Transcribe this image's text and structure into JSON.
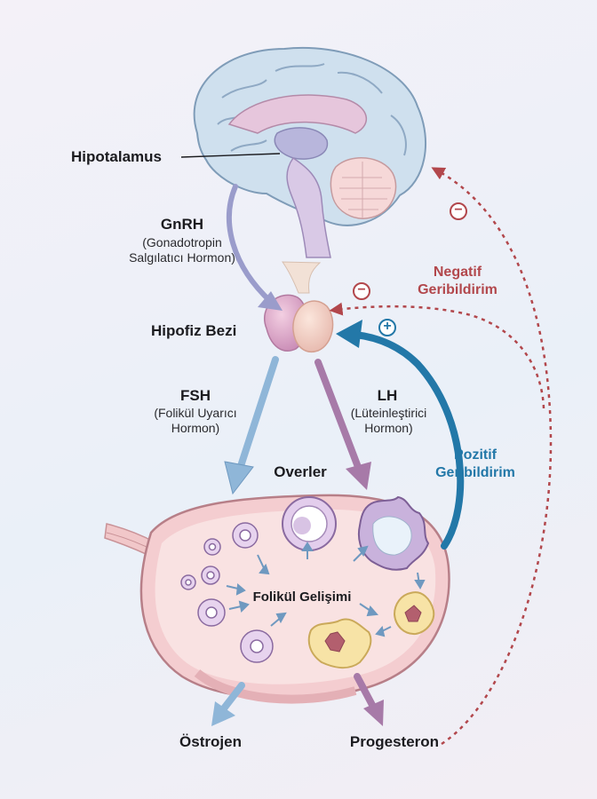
{
  "labels": {
    "hypothalamus": "Hipotalamus",
    "gnrh": "GnRH",
    "gnrh_full_1": "(Gonadotropin",
    "gnrh_full_2": "Salgılatıcı Hormon)",
    "pituitary": "Hipofiz Bezi",
    "fsh": "FSH",
    "fsh_full_1": "(Folikül Uyarıcı",
    "fsh_full_2": "Hormon)",
    "lh": "LH",
    "lh_full_1": "(Lüteinleştirici",
    "lh_full_2": "Hormon)",
    "ovaries": "Overler",
    "follicle_dev": "Folikül Gelişimi",
    "estrogen": "Östrojen",
    "progesterone": "Progesteron"
  },
  "feedback": {
    "negative_1": "Negatif",
    "negative_2": "Geribildirim",
    "positive_1": "Pozitif",
    "positive_2": "Geribildirim",
    "minus_symbol": "−",
    "plus_symbol": "+"
  },
  "colors": {
    "negative": "#b2474c",
    "positive": "#2378a8",
    "fsh_arrow": "#8fb6d8",
    "lh_arrow": "#a77aa8",
    "gnrh_arrow": "#9a9ccb"
  }
}
